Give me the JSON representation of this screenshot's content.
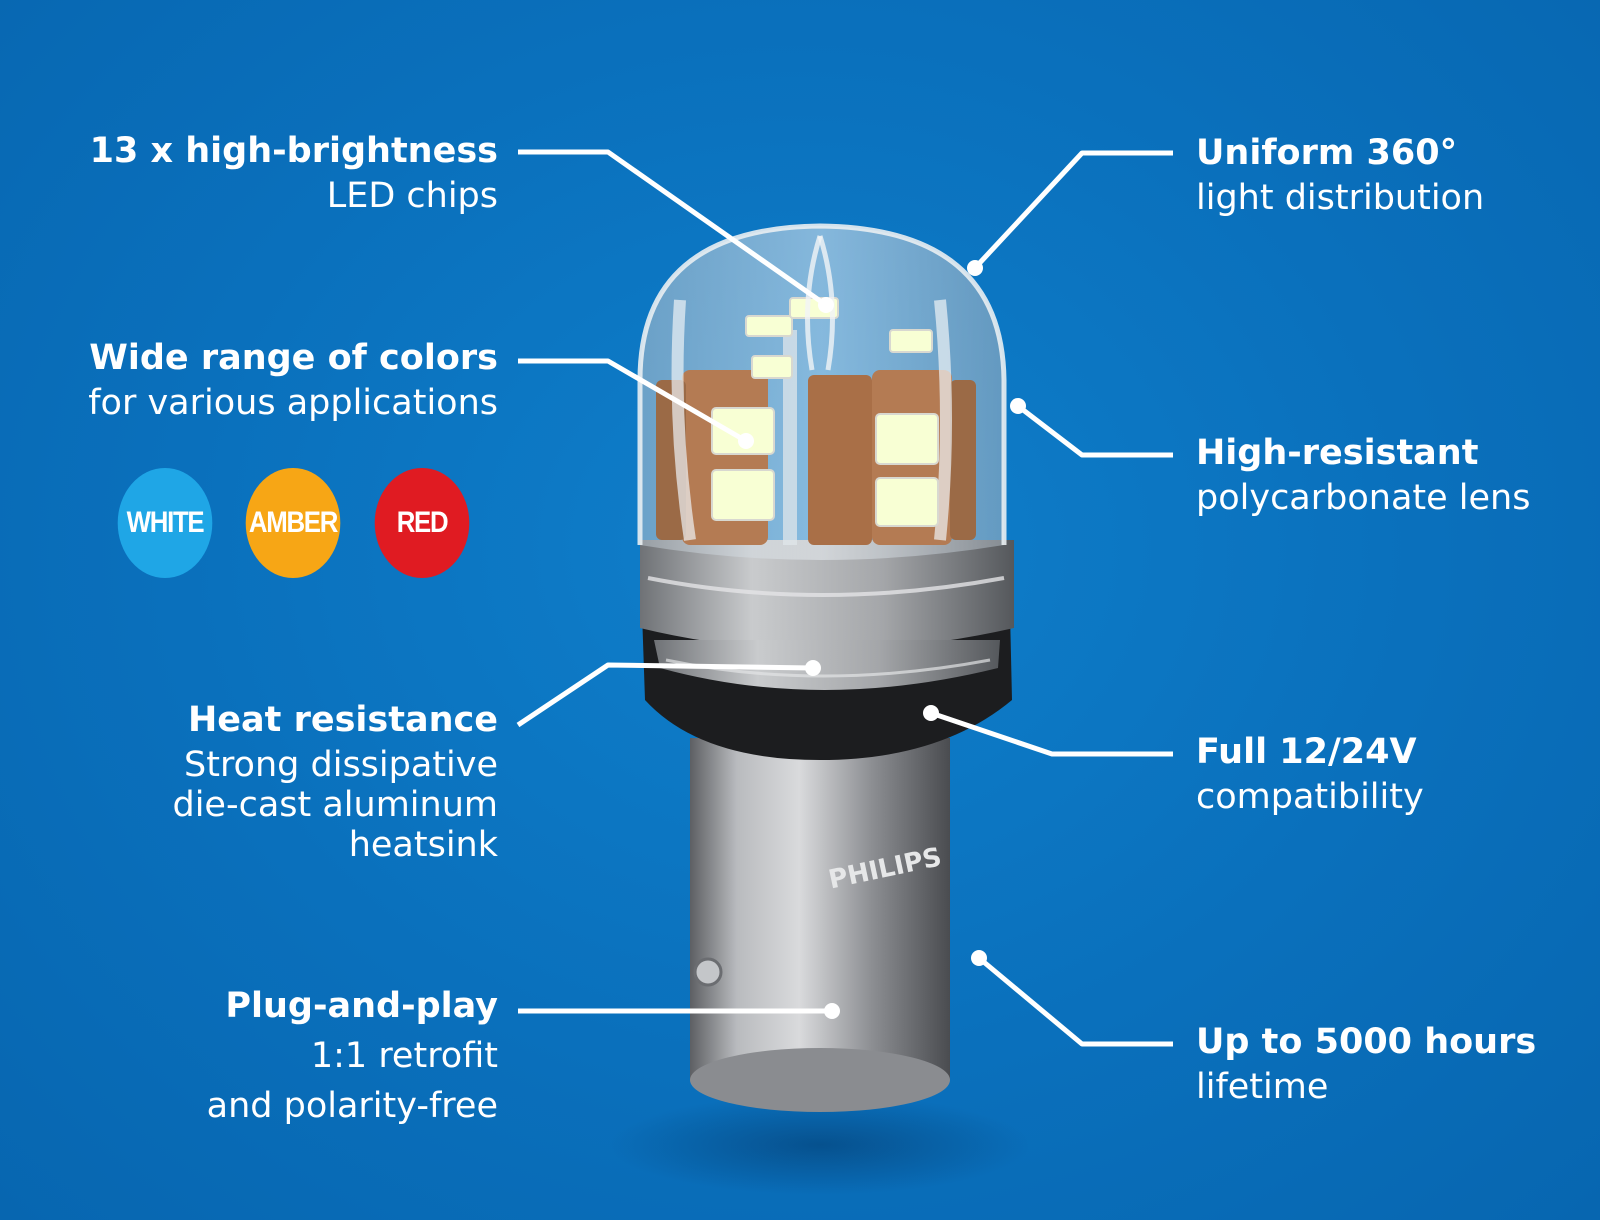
{
  "colors": {
    "background": "#0a72be",
    "white_chip": "#1fa6e6",
    "amber_chip": "#f7a615",
    "red_chip": "#e01b22"
  },
  "features": [
    {
      "id": "led-chips",
      "title": "13 x high-brightness",
      "description": "LED chips"
    },
    {
      "id": "colors",
      "title": "Wide range of colors",
      "description": "for various applications"
    },
    {
      "id": "heat",
      "title": "Heat resistance",
      "description": "Strong dissipative\ndie-cast aluminum\nheatsink"
    },
    {
      "id": "plug",
      "title": "Plug-and-play",
      "description": "1:1 retrofit\nand polarity-free"
    },
    {
      "id": "uniform",
      "title": "Uniform 360°",
      "description": "light distribution"
    },
    {
      "id": "lens",
      "title": "High-resistant",
      "description": "polycarbonate lens"
    },
    {
      "id": "voltage",
      "title": "Full 12/24V",
      "description": "compatibility"
    },
    {
      "id": "lifetime",
      "title": "Up to 5000 hours",
      "description": "lifetime"
    }
  ],
  "color_options": [
    "WHITE",
    "AMBER",
    "RED"
  ],
  "brand_mark": "PHILIPS"
}
